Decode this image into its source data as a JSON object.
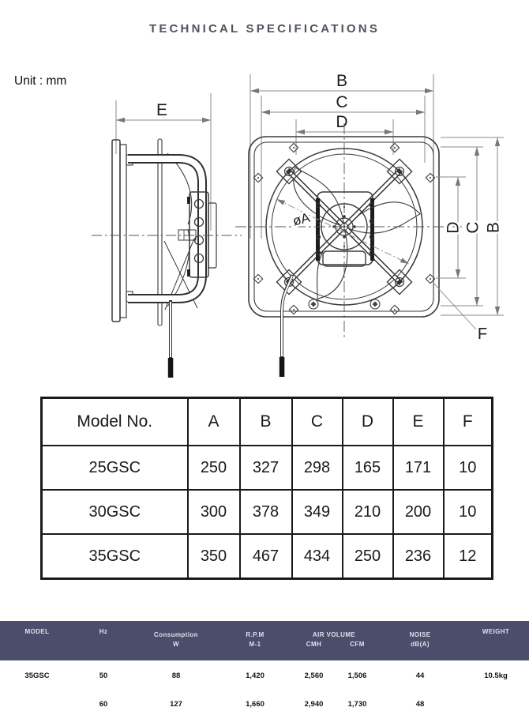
{
  "header": {
    "title": "TECHNICAL SPECIFICATIONS"
  },
  "diagram": {
    "unit_label": "Unit : mm",
    "labels": {
      "e": "E",
      "b_top": "B",
      "c_top": "C",
      "d_top": "D",
      "dia": "øA",
      "d_right": "D",
      "c_right": "C",
      "b_right": "B",
      "f": "F"
    }
  },
  "dimension_table": {
    "headers": [
      "Model No.",
      "A",
      "B",
      "C",
      "D",
      "E",
      "F"
    ],
    "rows": [
      [
        "25GSC",
        "250",
        "327",
        "298",
        "165",
        "171",
        "10"
      ],
      [
        "30GSC",
        "300",
        "378",
        "349",
        "210",
        "200",
        "10"
      ],
      [
        "35GSC",
        "350",
        "467",
        "434",
        "250",
        "236",
        "12"
      ]
    ]
  },
  "spec_table": {
    "header_bg": "#4a4e6a",
    "headers": {
      "model": "MODEL",
      "hz": "Hz",
      "consumption": "Consumption",
      "consumption_sub": "W",
      "rpm": "R.P.M",
      "rpm_sub": "M-1",
      "air_volume": "AIR VOLUME",
      "cmh": "CMH",
      "cfm": "CFM",
      "noise": "NOISE",
      "noise_sub": "dB(A)",
      "weight": "WEIGHT"
    },
    "rows": [
      [
        "35GSC",
        "50",
        "88",
        "1,420",
        "2,560",
        "1,506",
        "44",
        "10.5kg"
      ],
      [
        "",
        "60",
        "127",
        "1,660",
        "2,940",
        "1,730",
        "48",
        ""
      ]
    ]
  }
}
